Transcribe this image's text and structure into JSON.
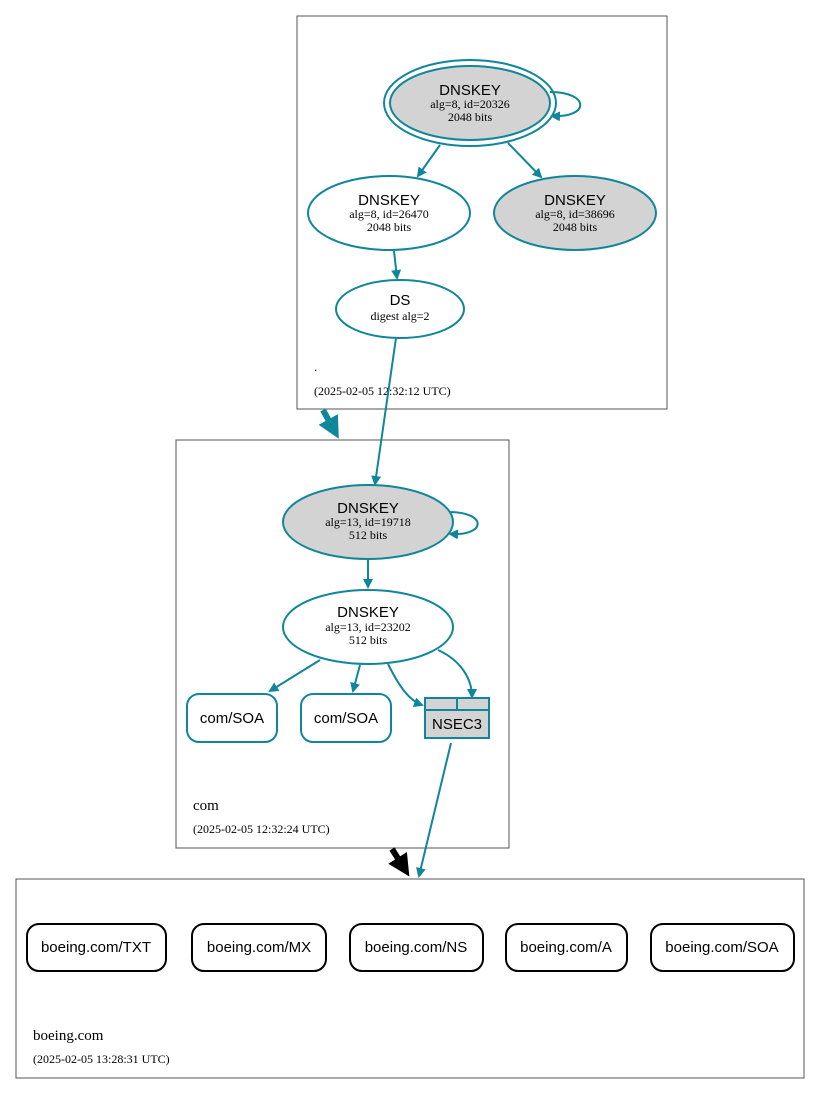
{
  "colors": {
    "edge": "#10869a",
    "node_stroke": "#10869a",
    "node_fill_grey": "#d3d3d3",
    "black": "#000000"
  },
  "zones": {
    "root": {
      "name": ".",
      "timestamp": "(2025-02-05 12:32:12 UTC)"
    },
    "com": {
      "name": "com",
      "timestamp": "(2025-02-05 12:32:24 UTC)"
    },
    "boeing": {
      "name": "boeing.com",
      "timestamp": "(2025-02-05 13:28:31 UTC)"
    }
  },
  "nodes": {
    "root_ksk": {
      "title": "DNSKEY",
      "line1": "alg=8, id=20326",
      "line2": "2048 bits"
    },
    "root_zsk": {
      "title": "DNSKEY",
      "line1": "alg=8, id=26470",
      "line2": "2048 bits"
    },
    "root_zsk2": {
      "title": "DNSKEY",
      "line1": "alg=8, id=38696",
      "line2": "2048 bits"
    },
    "com_ds": {
      "title": "DS",
      "line1": "digest alg=2"
    },
    "com_ksk": {
      "title": "DNSKEY",
      "line1": "alg=13, id=19718",
      "line2": "512 bits"
    },
    "com_zsk": {
      "title": "DNSKEY",
      "line1": "alg=13, id=23202",
      "line2": "512 bits"
    },
    "com_soa_1": {
      "label": "com/SOA"
    },
    "com_soa_2": {
      "label": "com/SOA"
    },
    "nsec3": {
      "label": "NSEC3"
    },
    "boeing_txt": {
      "label": "boeing.com/TXT"
    },
    "boeing_mx": {
      "label": "boeing.com/MX"
    },
    "boeing_ns": {
      "label": "boeing.com/NS"
    },
    "boeing_a": {
      "label": "boeing.com/A"
    },
    "boeing_soa": {
      "label": "boeing.com/SOA"
    }
  }
}
